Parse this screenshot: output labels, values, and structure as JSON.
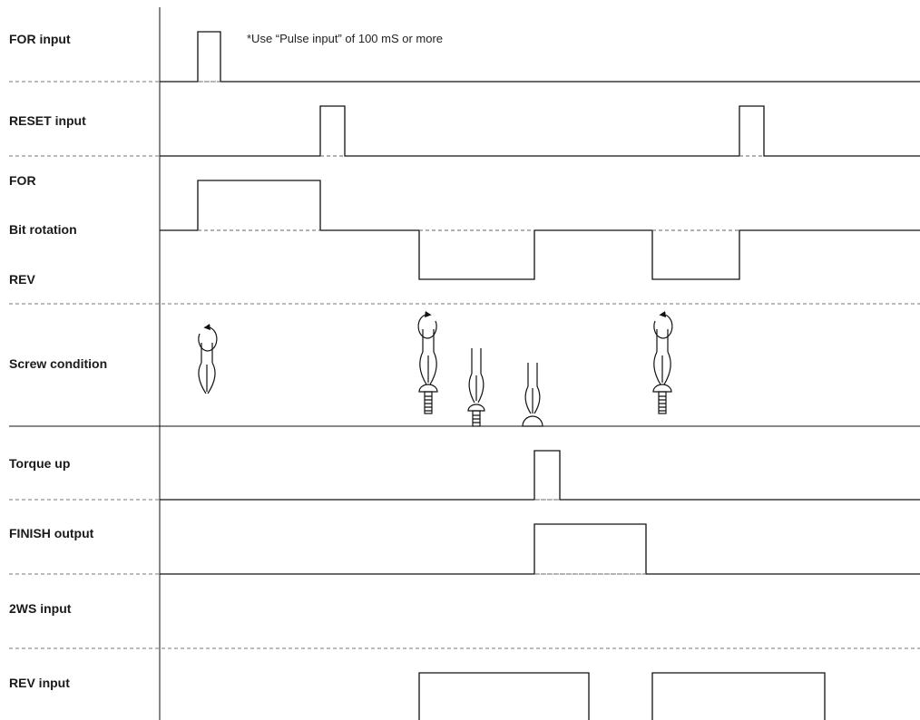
{
  "note": "*Use “Pulse input” of 100 mS or more",
  "rows": {
    "for_input": "FOR input",
    "reset_input": "RESET input",
    "for": "FOR",
    "bit_rotation": "Bit rotation",
    "rev": "REV",
    "screw_condition": "Screw condition",
    "torque_up": "Torque up",
    "finish_output": "FINISH output",
    "two_ws_input": "2WS input",
    "rev_input": "REV input"
  },
  "screw_icons": [
    "bit-rotating-forward-icon",
    "bit-with-screw-rotating-reverse-icon",
    "bit-with-screw-icon",
    "bit-seated-on-screw-icon",
    "bit-with-screw-rotating-forward-icon"
  ]
}
